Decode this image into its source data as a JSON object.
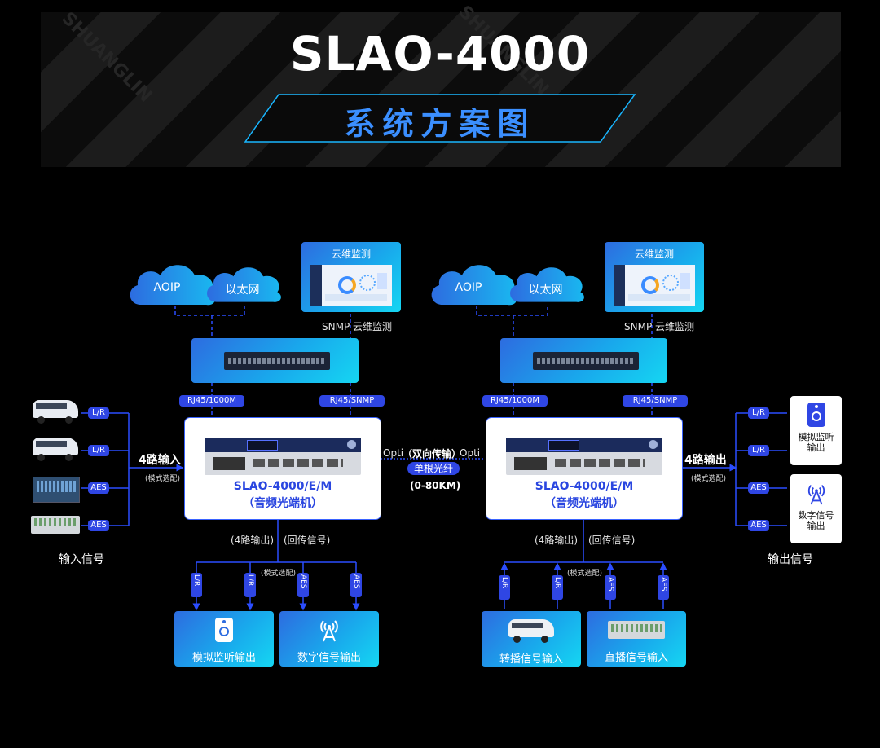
{
  "header": {
    "title": "SLAO-4000",
    "subtitle": "系统方案图",
    "watermark": "SHUANGLIN"
  },
  "colors": {
    "accent": "#2f46e4",
    "card_start": "#2d6ce0",
    "card_end": "#15d6f2",
    "line": "#2b4dff"
  },
  "left": {
    "clouds": [
      "AOIP",
      "以太网"
    ],
    "monitor": "云维监测",
    "snmp_label": "SNMP 云维监测",
    "ports": [
      "RJ45/1000M",
      "RJ45/SNMP"
    ],
    "device_name": "SLAO-4000/E/M",
    "device_sub": "（音频光端机）",
    "input_pills": [
      "L/R",
      "L/R",
      "AES",
      "AES"
    ],
    "input_text": "4路输入",
    "mode_text": "(模式选配)",
    "side_label": "输入信号",
    "bottom_labels": [
      "(4路输出)",
      "(回传信号)"
    ],
    "bottom_mode": "(模式选配)",
    "bottom_pills": [
      "L/R",
      "L/R",
      "AES",
      "AES"
    ],
    "bottom_cards": [
      "模拟监听输出",
      "数字信号输出"
    ]
  },
  "link": {
    "opti_left": "Opti",
    "opti_right": "Opti",
    "bidir": "（双向传输）",
    "fiber": "单根光纤",
    "range": "(0-80KM)"
  },
  "right": {
    "clouds": [
      "AOIP",
      "以太网"
    ],
    "monitor": "云维监测",
    "snmp_label": "SNMP 云维监测",
    "ports": [
      "RJ45/1000M",
      "RJ45/SNMP"
    ],
    "device_name": "SLAO-4000/E/M",
    "device_sub": "（音频光端机）",
    "output_text": "4路输出",
    "mode_text": "(模式选配)",
    "output_pills": [
      "L/R",
      "L/R",
      "AES",
      "AES"
    ],
    "out_cards": [
      "模拟监听\n输出",
      "数字信号\n输出"
    ],
    "side_label": "输出信号",
    "bottom_labels": [
      "(4路输出)",
      "(回传信号)"
    ],
    "bottom_mode": "(模式选配)",
    "bottom_pills": [
      "L/R",
      "L/R",
      "AES",
      "AES"
    ],
    "bottom_cards": [
      "转播信号输入",
      "直播信号输入"
    ]
  }
}
